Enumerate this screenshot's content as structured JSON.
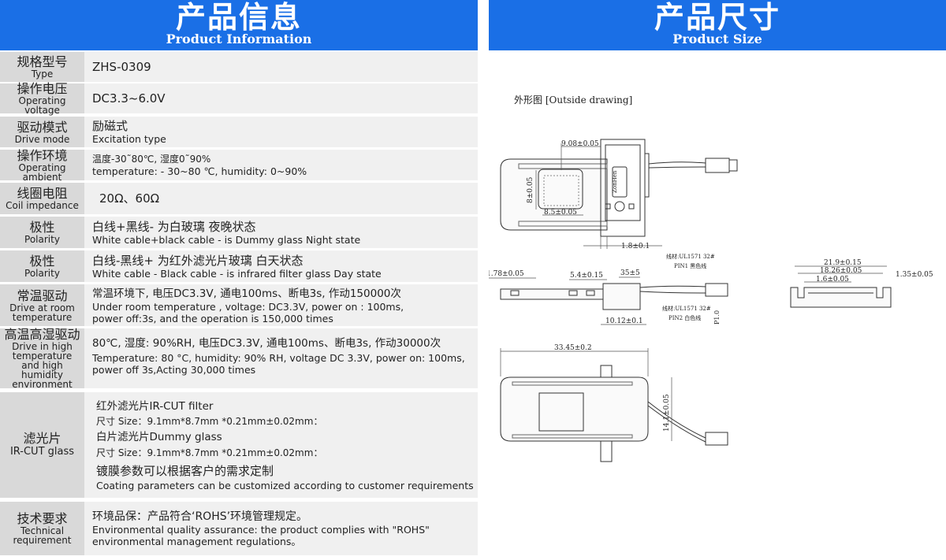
{
  "left_header": {
    "cn": "产品信息",
    "en": "Product Information"
  },
  "right_header": {
    "cn": "产品尺寸",
    "en": "Product Size"
  },
  "rows": {
    "type": {
      "label_cn": "规格型号",
      "label_en": "Type",
      "value": "ZHS-0309"
    },
    "voltage": {
      "label_cn": "操作电压",
      "label_en": "Operating voltage",
      "value": "DC3.3~6.0V"
    },
    "drive": {
      "label_cn": "驱动模式",
      "label_en": "Drive mode",
      "value_cn": "励磁式",
      "value_en": "Excitation type"
    },
    "ambient": {
      "label_cn": "操作环境",
      "label_en": "Operating ambient",
      "value_cn": "温度-30˜80℃, 湿度0˜90%",
      "value_en": "temperature: - 30~80 ℃, humidity: 0~90%"
    },
    "impedance": {
      "label_cn": "线圈电阻",
      "label_en": "Coil impedance",
      "value": "20Ω、60Ω"
    },
    "polarity1": {
      "label_cn": "极性",
      "label_en": "Polarity",
      "value_cn": "白线+黑线- 为白玻璃 夜晚状态",
      "value_en": "White cable+black cable - is Dummy glass   Night state"
    },
    "polarity2": {
      "label_cn": "极性",
      "label_en": "Polarity",
      "value_cn": "白线-黑线+ 为红外滤光片玻璃 白天状态",
      "value_en": "White cable - Black cable - is infrared filter glass Day state"
    },
    "room_drive": {
      "label_cn": "常温驱动",
      "label_en1": "Drive at room",
      "label_en2": "temperature",
      "value_cn": "常温环境下, 电压DC3.3V, 通电100ms、断电3s, 作动150000次",
      "value_en1": "Under room temperature , voltage: DC3.3V, power on : 100ms,",
      "value_en2": "power off:3s, and the operation is 150,000 times"
    },
    "high_drive": {
      "label_cn": "高温高湿驱动",
      "label_en1": "Drive in high",
      "label_en2": "temperature",
      "label_en3": "and high humidity",
      "label_en4": "environment",
      "value_cn": "80℃, 湿度: 90%RH, 电压DC3.3V, 通电100ms、断电3s, 作动30000次",
      "value_en1": "Temperature: 80 °C, humidity: 90% RH, voltage DC 3.3V,   power on: 100ms,",
      "value_en2": "power off 3s,Acting 30,000 times"
    },
    "filter": {
      "label_cn": "滤光片",
      "label_en": "IR-CUT glass",
      "line1_cn": "红外滤光片",
      "line1_en": "IR-CUT filter",
      "line2": "尺寸  Size：9.1mm*8.7mm *0.21mm±0.02mm：",
      "line3_cn": "白片滤光片",
      "line3_en": "Dummy glass",
      "line4": "尺寸  Size：9.1mm*8.7mm *0.21mm±0.02mm：",
      "line5": "镀膜参数可以根据客户的需求定制",
      "line6": "Coating parameters can be customized according to customer requirements"
    },
    "tech": {
      "label_cn": "技术要求",
      "label_en1": "Technical",
      "label_en2": "requirement",
      "value_cn": "环境品保：产品符合‘ROHS’环境管理规定。",
      "value_en1": "Environmental quality assurance: the product complies with \"ROHS\"",
      "value_en2": "environmental management regulations。"
    }
  },
  "drawing": {
    "title": "外形图 [Outside drawing]",
    "dims": {
      "d1": "9.08±0.05",
      "d2": "8±0.05",
      "d3": "8.5±0.05",
      "d4": "1.8±0.1",
      "d5": "1.78±0.05",
      "d6": "5.4±0.15",
      "d7": "35±5",
      "d8": "10.12±0.1",
      "d9": "33.45±0.2",
      "d10": "14.1±0.05",
      "d11": "21.9±0.15",
      "d12": "18.26±0.05",
      "d13": "1.6±0.05",
      "d14": "1.35±0.05",
      "p1": "P1.0"
    },
    "notes": {
      "wire1": "线材:UL1571 32#",
      "pin1": "PIN1 黑色线",
      "wire2": "线材:UL1571 32#",
      "pin2": "PIN2 白色线",
      "brand": "ZonHen"
    }
  }
}
